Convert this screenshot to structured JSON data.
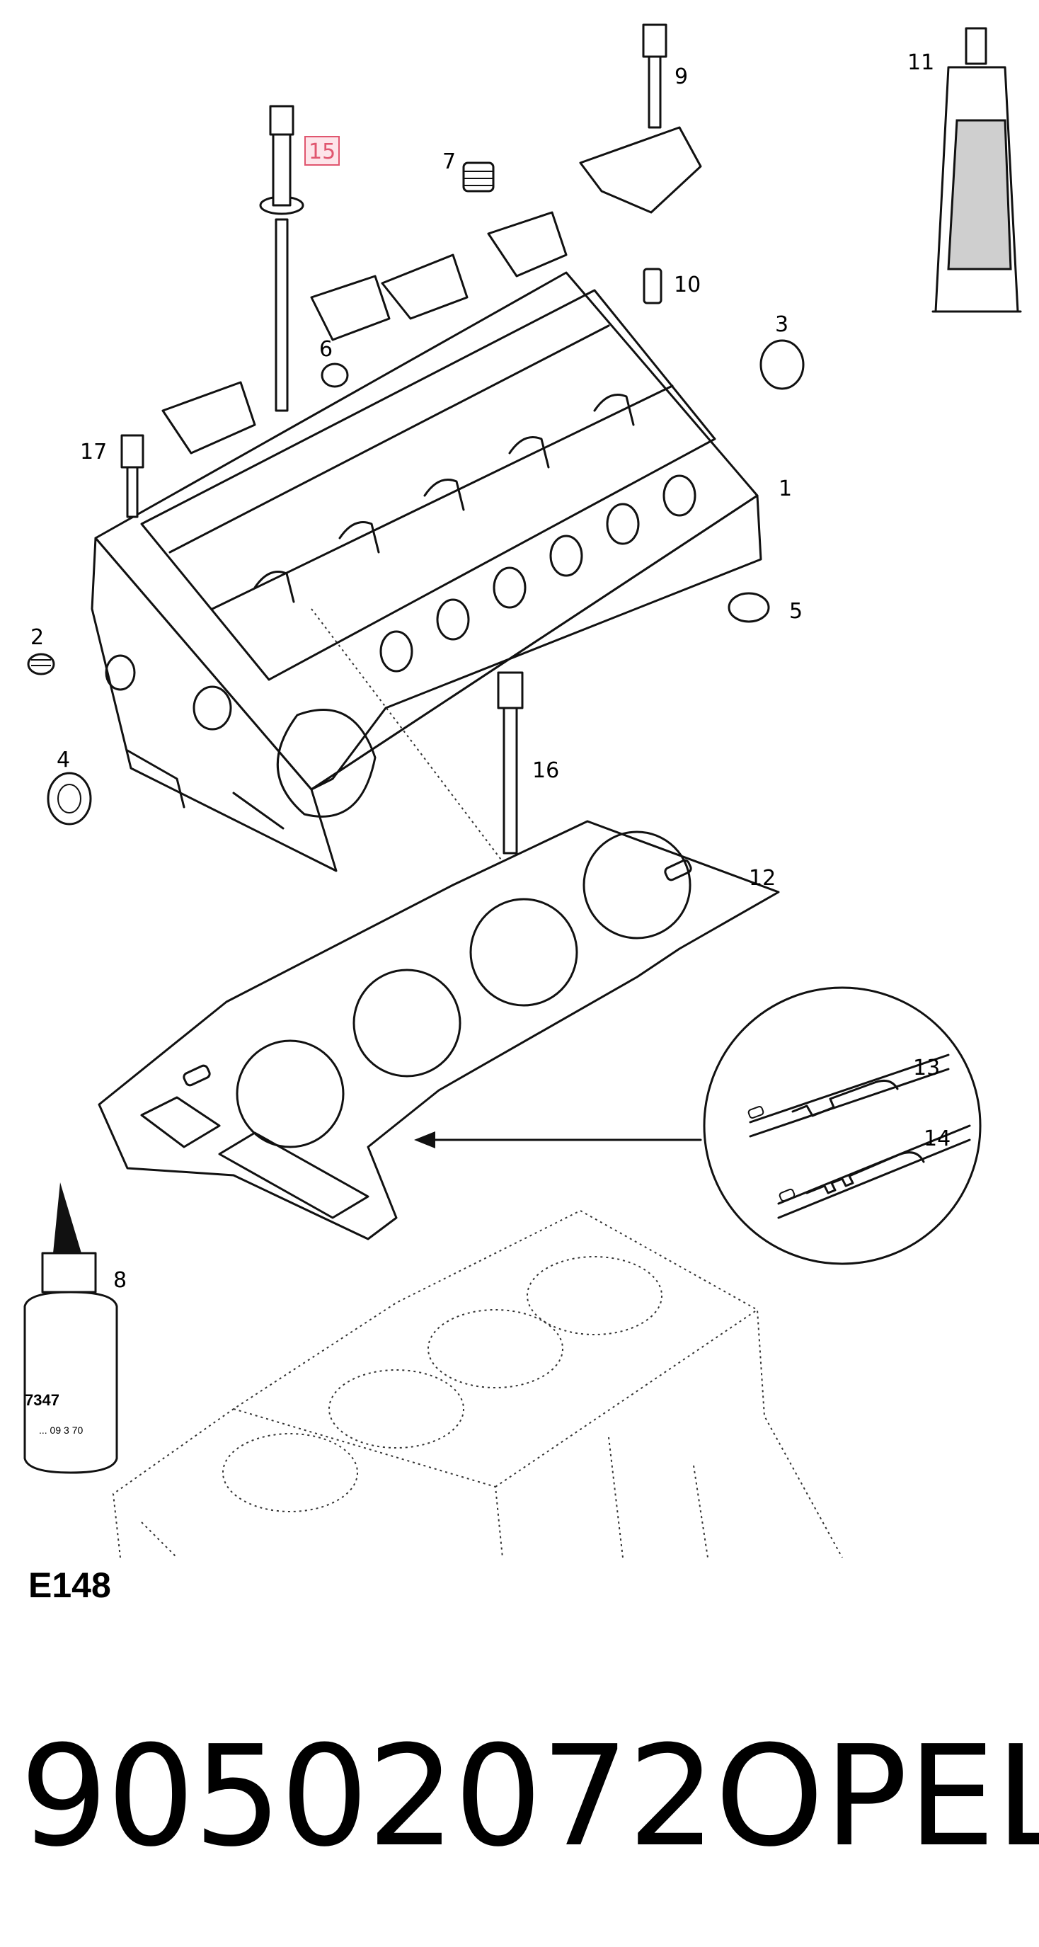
{
  "diagram": {
    "callouts": [
      {
        "id": "1",
        "label": "1"
      },
      {
        "id": "2",
        "label": "2"
      },
      {
        "id": "3",
        "label": "3"
      },
      {
        "id": "4",
        "label": "4"
      },
      {
        "id": "5",
        "label": "5"
      },
      {
        "id": "6",
        "label": "6"
      },
      {
        "id": "7",
        "label": "7"
      },
      {
        "id": "8",
        "label": "8"
      },
      {
        "id": "9",
        "label": "9"
      },
      {
        "id": "10",
        "label": "10"
      },
      {
        "id": "11",
        "label": "11"
      },
      {
        "id": "12",
        "label": "12"
      },
      {
        "id": "13",
        "label": "13"
      },
      {
        "id": "14",
        "label": "14"
      },
      {
        "id": "15",
        "label": "15",
        "highlighted": true
      },
      {
        "id": "16",
        "label": "16"
      },
      {
        "id": "17",
        "label": "17"
      }
    ],
    "bottle_label": {
      "line1": "7347",
      "line2": "... 09 3 70"
    },
    "highlight_color": "#e0566f"
  },
  "page_code": "E148",
  "part_number": "90502072",
  "brand": "OPEL"
}
